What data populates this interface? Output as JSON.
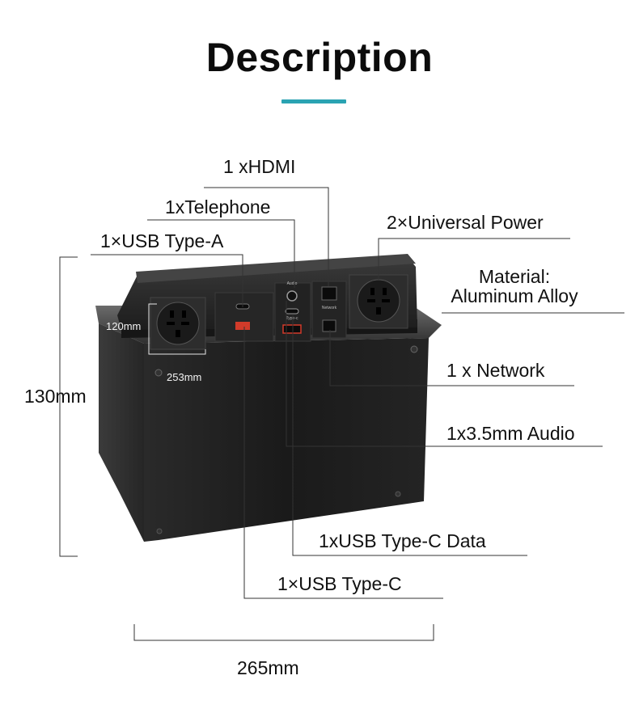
{
  "heading": "Description",
  "colors": {
    "accent": "#2aa3b2",
    "box": "#1e1e1e",
    "lid": "#2b2b2b",
    "line": "#333333"
  },
  "labels": {
    "hdmi": "1 xHDMI",
    "telephone": "1xTelephone",
    "usb_a": "1×USB Type-A",
    "universal_power": "2×Universal Power",
    "material_line1": "Material:",
    "material_line2": "Aluminum Alloy",
    "network": "1 x Network",
    "audio": "1x3.5mm Audio",
    "usb_c_data": "1xUSB Type-C Data",
    "usb_c": "1×USB Type-C"
  },
  "dimensions": {
    "height": "130mm",
    "width": "265mm",
    "inner_height": "120mm",
    "inner_width": "253mm"
  },
  "panel_marks": {
    "audio_tag": "Audio",
    "typec_tag": "Type-c",
    "network_tag": "Network"
  }
}
